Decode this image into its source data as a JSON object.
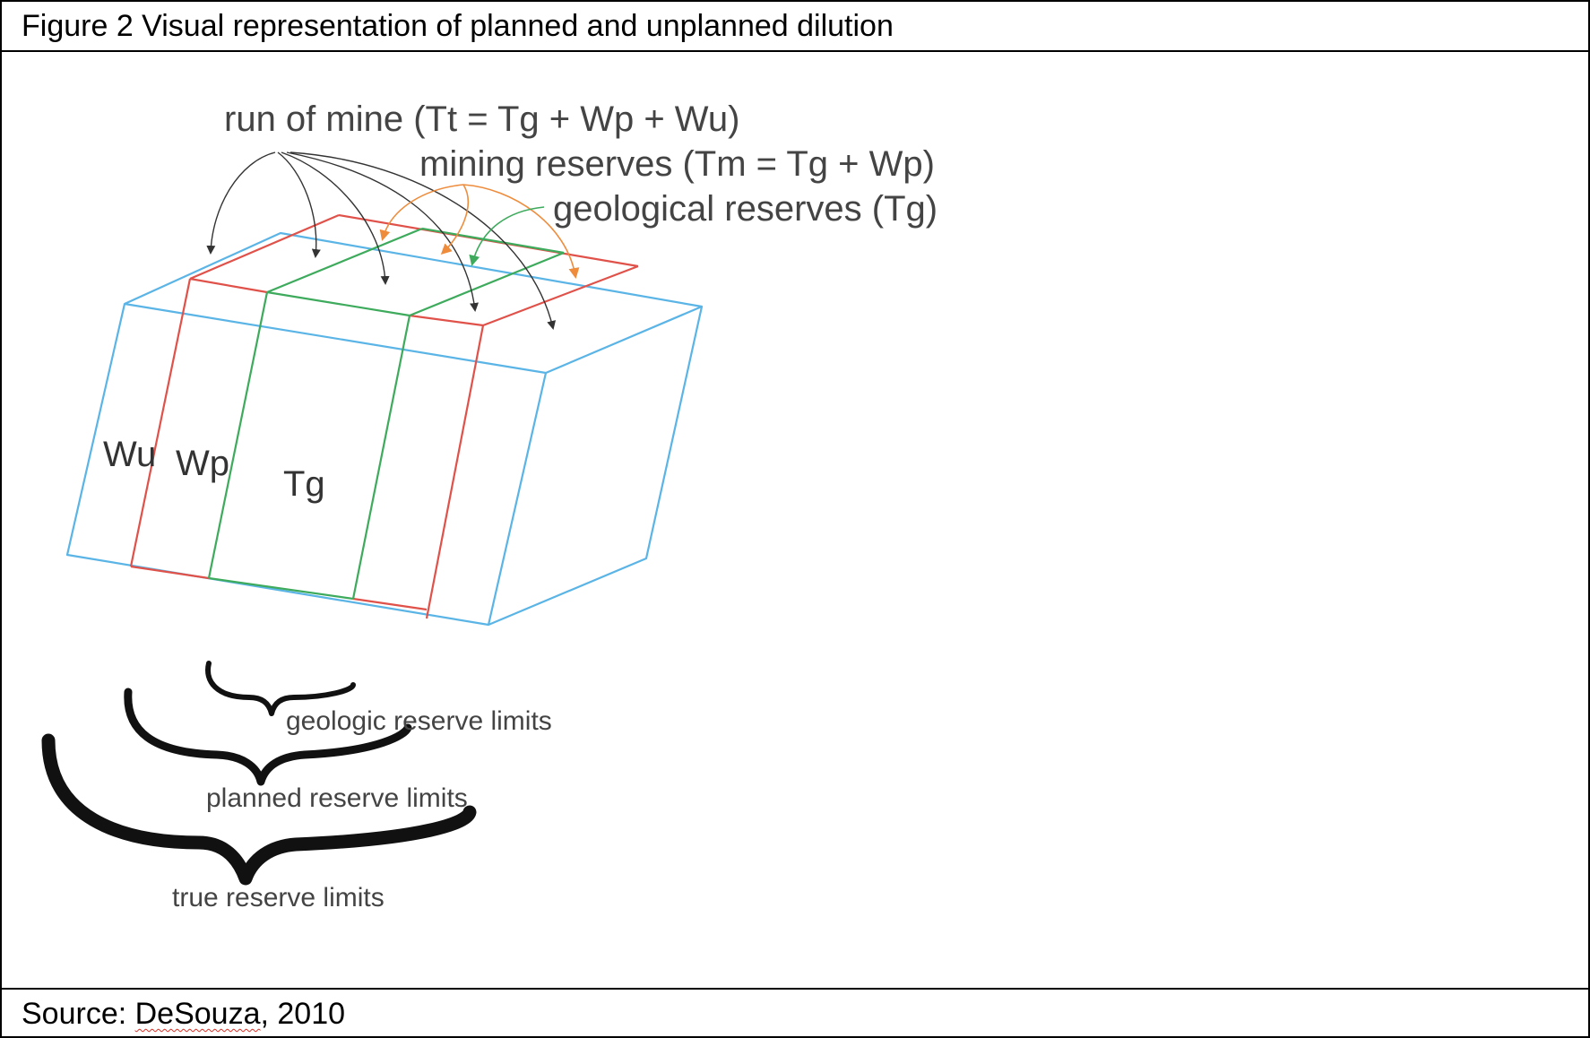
{
  "figure": {
    "title": "Figure 2 Visual representation of planned and unplanned dilution",
    "source_prefix": "Source: ",
    "source_author": "DeSouza",
    "source_suffix": ", 2010"
  },
  "diagram": {
    "header_labels": {
      "run_of_mine": "run of mine (Tt = Tg + Wp + Wu)",
      "mining_reserves": "mining reserves (Tm = Tg + Wp)",
      "geological_reserves": "geological reserves (Tg)"
    },
    "zone_labels": {
      "wu": "Wu",
      "wp": "Wp",
      "tg": "Tg"
    },
    "limit_labels": {
      "geologic": "geologic reserve limits",
      "planned": "planned reserve limits",
      "true": "true reserve limits"
    },
    "colors": {
      "unplanned_dilution": "#5ab4e6",
      "planned_dilution": "#e0514a",
      "geological_reserve": "#3daa5c",
      "run_of_mine_arrow": "#333333",
      "mining_reserves_arrow": "#ee8c3c",
      "geological_reserves_arrow": "#3daa5c",
      "label_text": "#444444"
    }
  }
}
